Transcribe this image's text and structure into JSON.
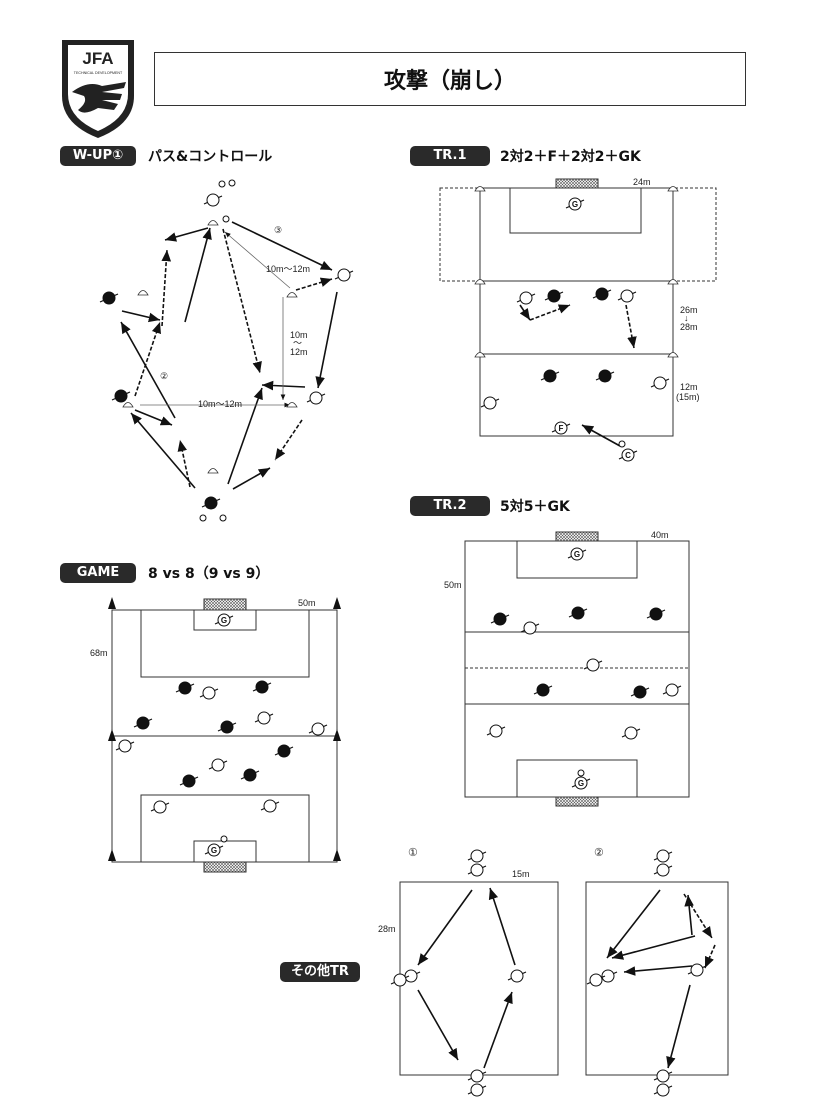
{
  "logo": {
    "text": "JFA",
    "subtext": "TECHNICAL DEVELOPMENT PROGRAMMES"
  },
  "title": "攻撃（崩し）",
  "sections": {
    "wup": {
      "tag": "W-UP①",
      "label": "パス&コントロール",
      "dist_top": "10m〜12m",
      "dist_bottom": "10m〜12m",
      "dist_v1": "10m",
      "dist_v2": "〜",
      "dist_v3": "12m",
      "step2": "②",
      "step3": "③"
    },
    "tr1": {
      "tag": "TR.1",
      "label": "2対2＋F＋2対2＋GK",
      "width": "24m",
      "len1": "26m",
      "len2": "↓",
      "len3": "28m",
      "zone1": "12m",
      "zone2": "(15m)",
      "gk": "G",
      "f": "F",
      "c": "C"
    },
    "tr2": {
      "tag": "TR.2",
      "label": "5対5＋GK",
      "width": "40m",
      "length": "50m",
      "gk": "G"
    },
    "game": {
      "tag": "GAME",
      "label": "8 vs 8（9 vs 9）",
      "width": "50m",
      "length": "68m",
      "gk": "G"
    },
    "other": {
      "tag": "その他TR",
      "n1": "①",
      "n2": "②",
      "width": "15m",
      "length": "28m"
    }
  }
}
